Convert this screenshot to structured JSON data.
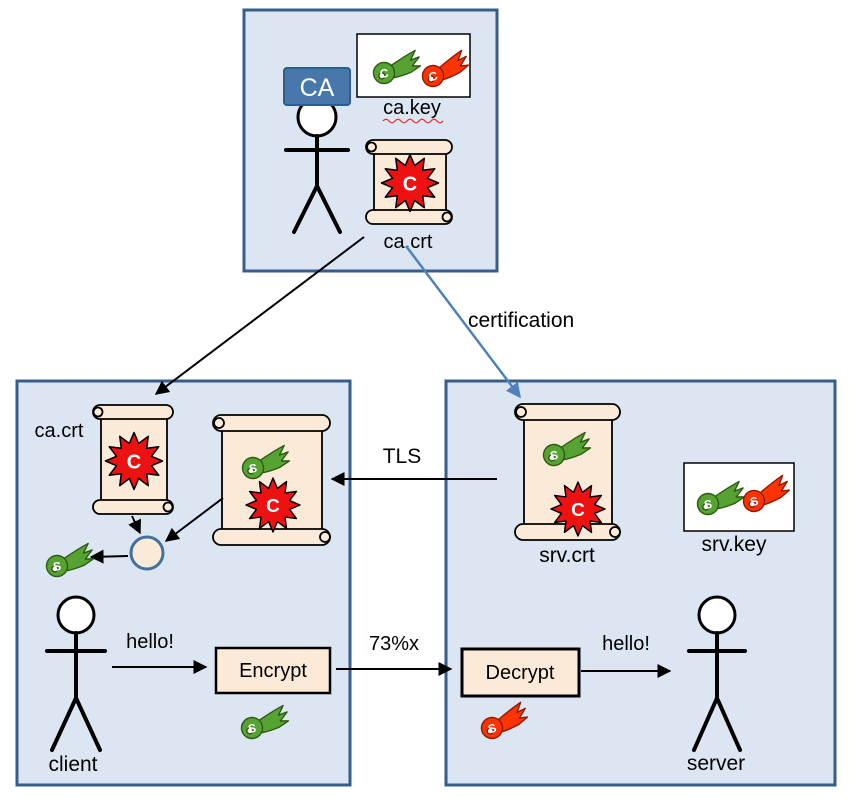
{
  "ca_box": {
    "actor_label": "CA",
    "keypair_label": "ca.key",
    "keypair_key1_letter": "C",
    "keypair_key2_letter": "C",
    "cert_label": "ca.crt",
    "cert_seal_letter": "C"
  },
  "edges": {
    "certification_label": "certification",
    "tls_label": "TLS",
    "ciphertext_label": "73%x"
  },
  "client_box": {
    "ca_cert_label": "ca.crt",
    "ca_cert_seal_letter": "C",
    "srv_cert_key_letter": "S",
    "srv_cert_seal_letter": "C",
    "extracted_key_letter": "S",
    "hello_label": "hello!",
    "encrypt_label": "Encrypt",
    "encrypt_key_letter": "S",
    "actor_label": "client"
  },
  "server_box": {
    "cert_label": "srv.crt",
    "cert_key_letter": "S",
    "cert_seal_letter": "C",
    "keypair_label": "srv.key",
    "keypair_key1_letter": "S",
    "keypair_key2_letter": "S",
    "decrypt_label": "Decrypt",
    "decrypt_key_letter": "S",
    "hello_label": "hello!",
    "actor_label": "server"
  },
  "colors": {
    "panel_fill": "#dce6f2",
    "panel_border": "#385d8a",
    "scroll_fill": "#fcead9",
    "seal_red": "#ee1111",
    "key_green": "#56a233",
    "key_red": "#ff3300",
    "banner_blue": "#4878ab",
    "arrow_blue": "#4f81bd"
  }
}
